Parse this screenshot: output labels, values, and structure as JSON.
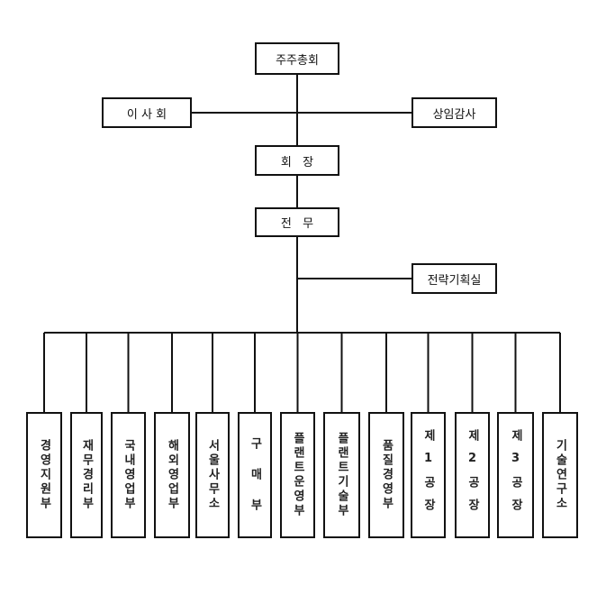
{
  "top": {
    "shareholders": "주주총회",
    "board": "이 사 회",
    "auditor": "상임감사",
    "chairman": "회   장",
    "executive": "전   무",
    "strategy": "전략기획실"
  },
  "departments": [
    "경영지원부",
    "재무경리부",
    "국내영업부",
    "해외영업부",
    "서울사무소",
    "구 매 부",
    "플랜트운영부",
    "플랜트기술부",
    "품질경영부",
    "제1공장",
    "제2공장",
    "제3공장",
    "기술연구소"
  ]
}
